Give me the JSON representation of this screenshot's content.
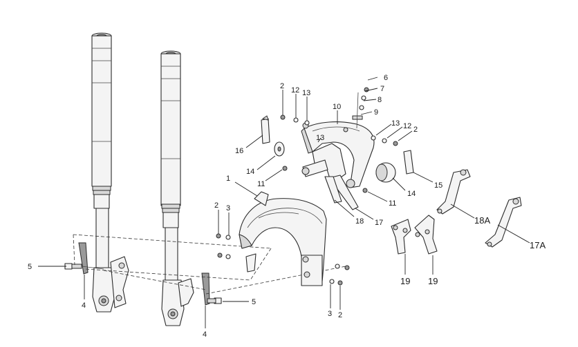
{
  "diagram": {
    "labels": {
      "l1": "1",
      "l2a": "2",
      "l2b": "2",
      "l2c": "2",
      "l2d": "2",
      "l3a": "3",
      "l3b": "3",
      "l4a": "4",
      "l4b": "4",
      "l5a": "5",
      "l5b": "5",
      "l6": "6",
      "l7": "7",
      "l8": "8",
      "l9": "9",
      "l10": "10",
      "l11a": "11",
      "l11b": "11",
      "l12a": "12",
      "l12b": "12",
      "l13a": "13",
      "l13b": "13",
      "l13c": "13",
      "l14a": "14",
      "l14b": "14",
      "l15": "15",
      "l16": "16",
      "l17": "17",
      "l18": "18",
      "l18a": "18A",
      "l17a": "17A",
      "l19a": "19",
      "l19b": "19"
    }
  }
}
